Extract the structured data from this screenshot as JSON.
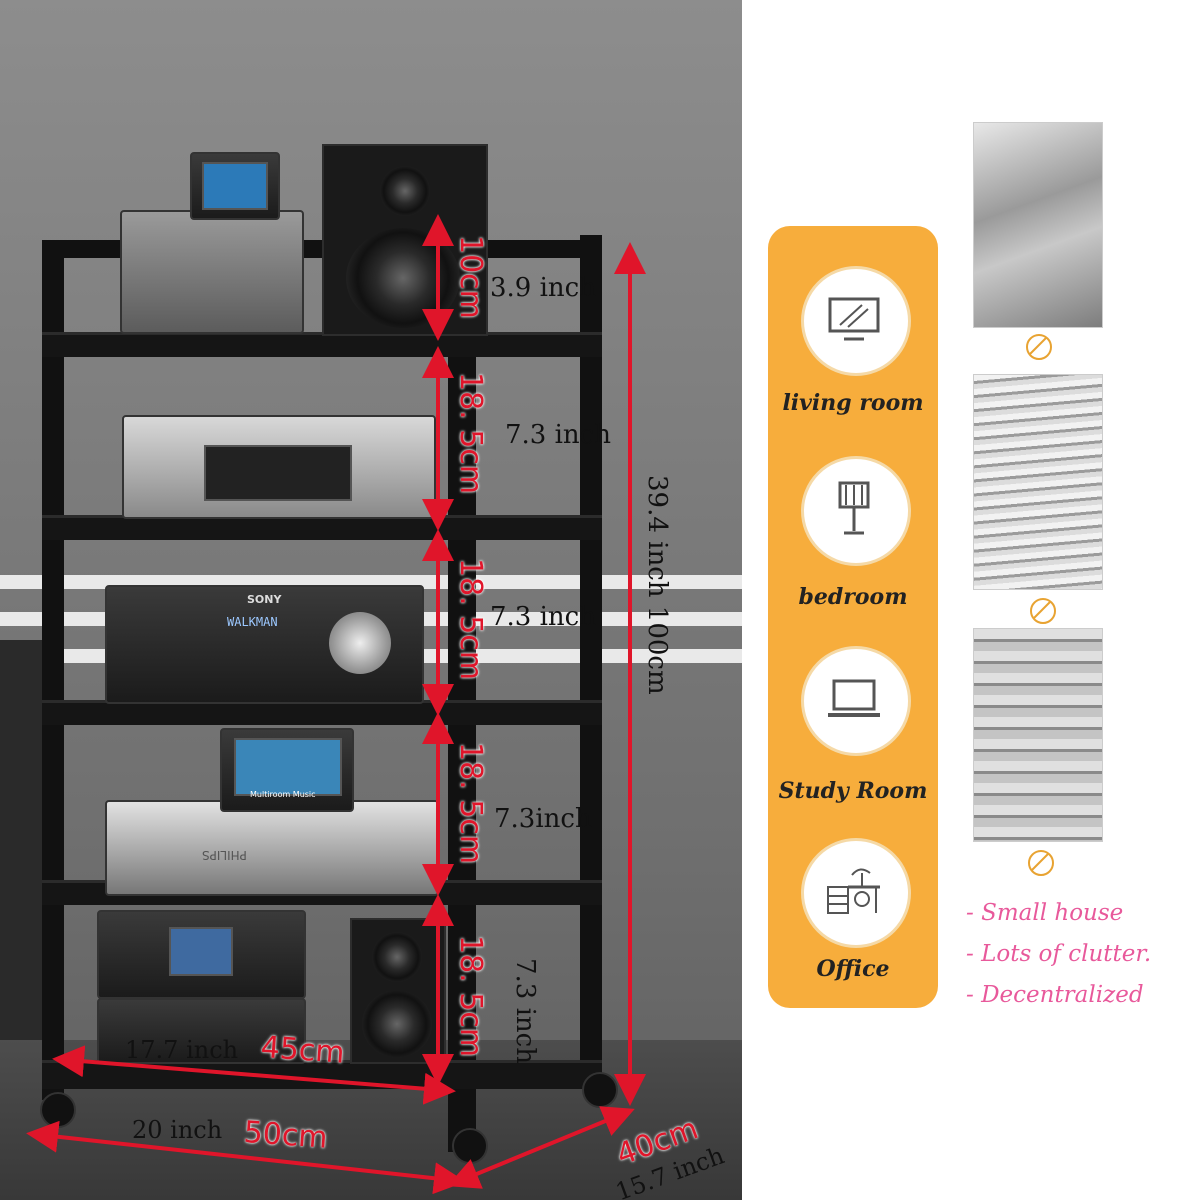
{
  "dimensions": {
    "top_gap_cm": "10cm",
    "top_gap_inch": "3.9 inch",
    "shelf1_cm": "18. 5cm",
    "shelf1_inch": "7.3 inch",
    "shelf2_cm": "18. 5cm",
    "shelf2_inch": "7.3 inch",
    "shelf3_cm": "18. 5cm",
    "shelf3_inch": "7.3inch",
    "shelf4_cm": "18. 5cm",
    "shelf4_inch": "7.3 inch",
    "height_text": "39.4 inch 100cm",
    "inner_width_inch": "17.7 inch",
    "inner_width_cm": "45cm",
    "outer_width_inch": "20 inch",
    "outer_width_cm": "50cm",
    "depth_cm": "40cm",
    "depth_inch": "15.7 inch"
  },
  "device_labels": {
    "sony": "SONY",
    "walkman": "WALKMAN",
    "philips": "PHILIPS",
    "multiroom": "Multiroom Music"
  },
  "rooms": [
    {
      "label": "living room",
      "icon": "monitor-icon"
    },
    {
      "label": "bedroom",
      "icon": "floor-lamp-icon"
    },
    {
      "label": "Study Room",
      "icon": "laptop-icon"
    },
    {
      "label": "Office",
      "icon": "office-desk-icon"
    }
  ],
  "issues": [
    "- Small house",
    "- Lots of clutter.",
    "- Decentralized"
  ],
  "colors": {
    "accent_orange": "#f7ad3c",
    "dimension_red": "#e0152a",
    "issue_pink": "#e8599b"
  }
}
